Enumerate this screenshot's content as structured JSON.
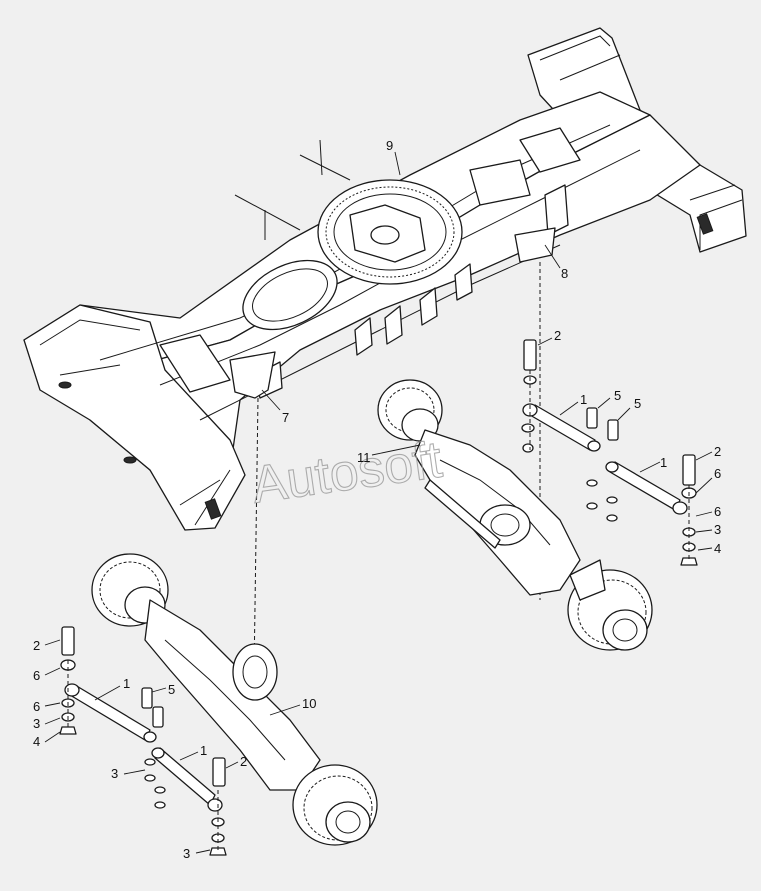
{
  "watermark": "Autosoft",
  "callouts": {
    "frame": "9",
    "bracket_right": "8",
    "bracket_left": "7",
    "axle_front": "11",
    "axle_rear": "10",
    "cylinder": "1",
    "pin": "2",
    "washer": "3",
    "nut": "4",
    "bolt": "5",
    "bushing": "6"
  }
}
